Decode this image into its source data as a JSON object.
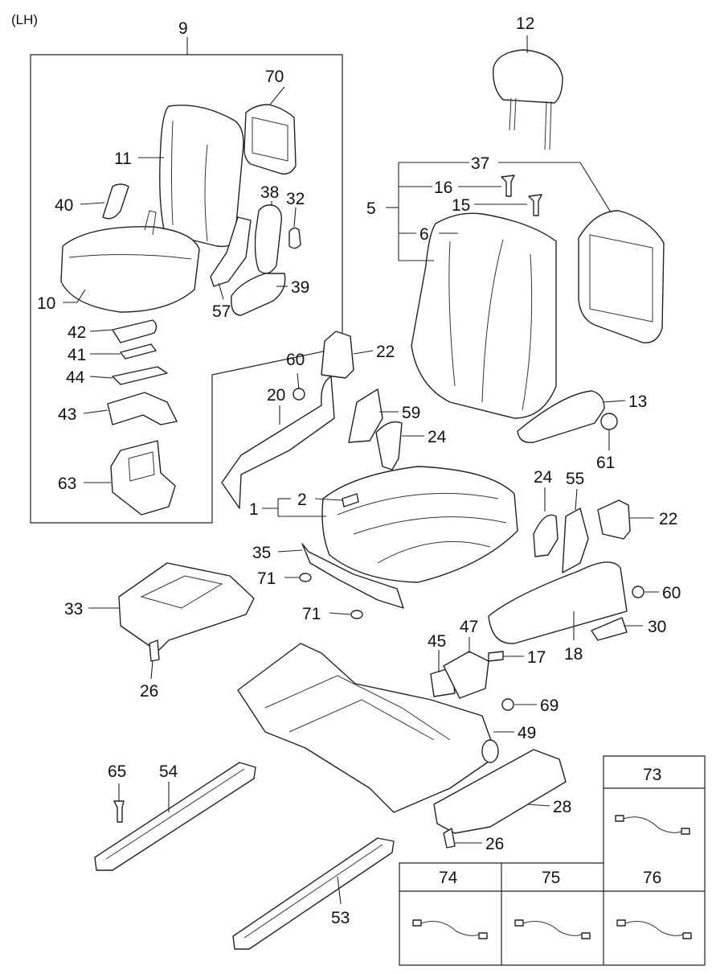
{
  "side_label": "(LH)",
  "callouts": [
    "1",
    "2",
    "5",
    "6",
    "9",
    "10",
    "11",
    "12",
    "13",
    "15",
    "16",
    "17",
    "18",
    "20",
    "22",
    "22",
    "24",
    "24",
    "26",
    "26",
    "28",
    "30",
    "32",
    "33",
    "35",
    "37",
    "38",
    "39",
    "40",
    "41",
    "42",
    "43",
    "44",
    "45",
    "47",
    "49",
    "53",
    "54",
    "55",
    "57",
    "59",
    "60",
    "60",
    "61",
    "63",
    "65",
    "69",
    "70",
    "71",
    "71"
  ],
  "wire_boxes": [
    "73",
    "74",
    "75",
    "76"
  ]
}
